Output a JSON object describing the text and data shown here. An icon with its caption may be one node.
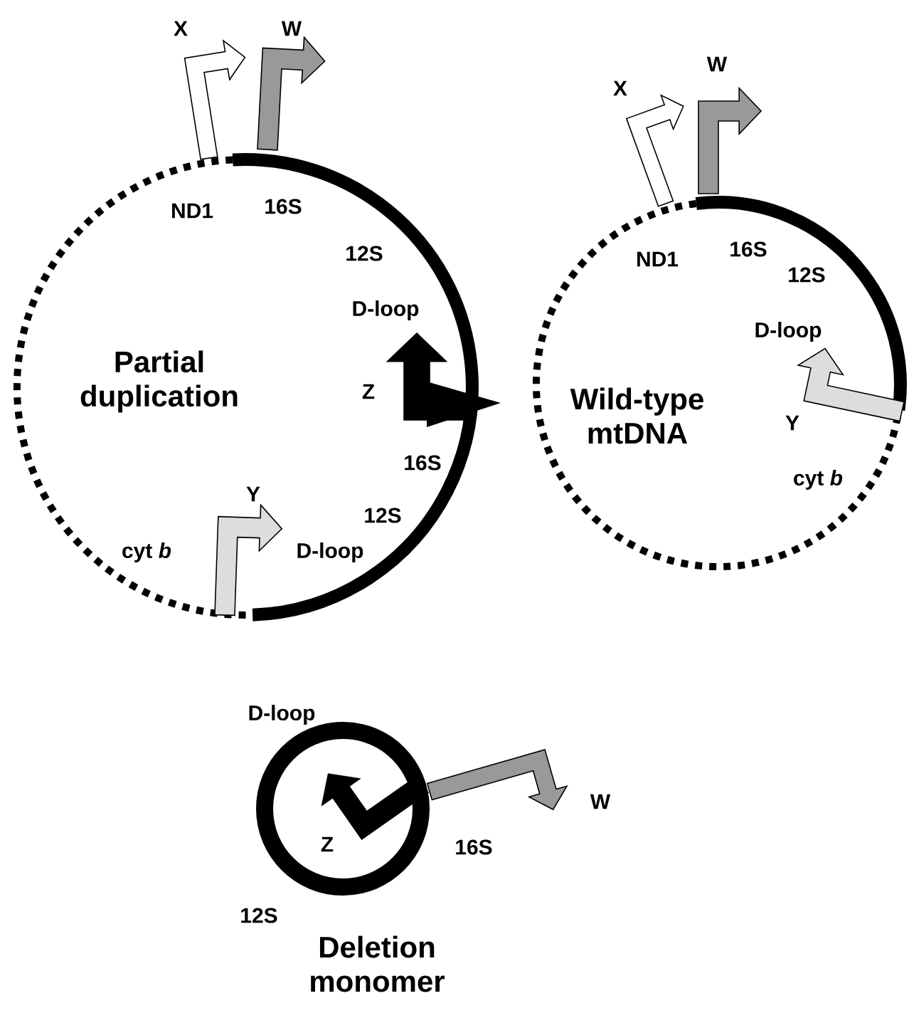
{
  "diagram": {
    "nodes": [
      {
        "text": [
          "Partial duplication"
        ]
      },
      {
        "text": [
          "Wild-type mtDNA"
        ]
      },
      {
        "text": [
          "Deletion monomer"
        ]
      }
    ],
    "labels": [
      "X",
      "W",
      "W",
      "X",
      "ND1",
      "16S",
      "12S",
      "ND1",
      "16S",
      "12S",
      "D-loop",
      "D-loop",
      "Z",
      "Y",
      "16S",
      "Y",
      "cyt *b*",
      "12S",
      "cyt *b*",
      "D-loop",
      "D-loop",
      "W",
      "Z",
      "16S",
      "12S"
    ]
  }
}
